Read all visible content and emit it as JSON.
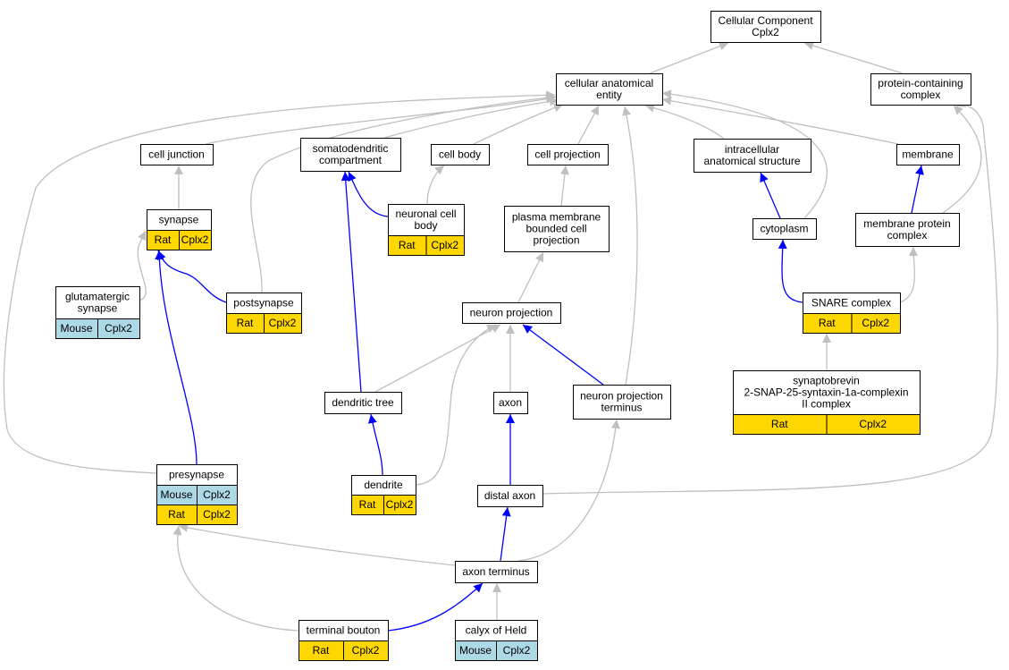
{
  "nodes": {
    "root": {
      "lines": [
        "Cellular Component",
        "Cplx2"
      ]
    },
    "cae": {
      "lines": [
        "cellular anatomical",
        "entity"
      ]
    },
    "pcc": {
      "lines": [
        "protein-containing",
        "complex"
      ]
    },
    "cj": {
      "lines": [
        "cell junction"
      ]
    },
    "sdc": {
      "lines": [
        "somatodendritic",
        "compartment"
      ]
    },
    "cb": {
      "lines": [
        "cell body"
      ]
    },
    "cp": {
      "lines": [
        "cell projection"
      ]
    },
    "ias": {
      "lines": [
        "intracellular",
        "anatomical structure"
      ]
    },
    "mem": {
      "lines": [
        "membrane"
      ]
    },
    "syn": {
      "lines": [
        "synapse"
      ],
      "rows": [
        [
          "Rat",
          "Cplx2"
        ]
      ]
    },
    "ncb": {
      "lines": [
        "neuronal cell",
        "body"
      ],
      "rows": [
        [
          "Rat",
          "Cplx2"
        ]
      ]
    },
    "pmbcp": {
      "lines": [
        "plasma membrane",
        "bounded cell",
        "projection"
      ]
    },
    "cyto": {
      "lines": [
        "cytoplasm"
      ]
    },
    "mpc": {
      "lines": [
        "membrane protein",
        "complex"
      ]
    },
    "glu": {
      "lines": [
        "glutamatergic",
        "synapse"
      ],
      "rows": [
        [
          "Mouse",
          "Cplx2"
        ]
      ]
    },
    "post": {
      "lines": [
        "postsynapse"
      ],
      "rows": [
        [
          "Rat",
          "Cplx2"
        ]
      ]
    },
    "np": {
      "lines": [
        "neuron projection"
      ]
    },
    "snare": {
      "lines": [
        "SNARE complex"
      ],
      "rows": [
        [
          "Rat",
          "Cplx2"
        ]
      ]
    },
    "dt": {
      "lines": [
        "dendritic tree"
      ]
    },
    "axon": {
      "lines": [
        "axon"
      ]
    },
    "npt": {
      "lines": [
        "neuron projection",
        "terminus"
      ]
    },
    "sb": {
      "lines": [
        "synaptobrevin",
        "2-SNAP-25-syntaxin-1a-complexin",
        "II complex"
      ],
      "rows": [
        [
          "Rat",
          "Cplx2"
        ]
      ]
    },
    "pre": {
      "lines": [
        "presynapse"
      ],
      "rows": [
        [
          "Mouse",
          "Cplx2"
        ],
        [
          "Rat",
          "Cplx2"
        ]
      ]
    },
    "den": {
      "lines": [
        "dendrite"
      ],
      "rows": [
        [
          "Rat",
          "Cplx2"
        ]
      ]
    },
    "da": {
      "lines": [
        "distal axon"
      ]
    },
    "at": {
      "lines": [
        "axon terminus"
      ]
    },
    "tb": {
      "lines": [
        "terminal bouton"
      ],
      "rows": [
        [
          "Rat",
          "Cplx2"
        ]
      ]
    },
    "coh": {
      "lines": [
        "calyx of Held"
      ],
      "rows": [
        [
          "Mouse",
          "Cplx2"
        ]
      ]
    }
  },
  "edges": [
    {
      "from": "cae",
      "to": "root",
      "kind": "is_a"
    },
    {
      "from": "pcc",
      "to": "root",
      "kind": "is_a"
    },
    {
      "from": "cj",
      "to": "cae",
      "kind": "is_a"
    },
    {
      "from": "sdc",
      "to": "cae",
      "kind": "is_a"
    },
    {
      "from": "cb",
      "to": "cae",
      "kind": "is_a"
    },
    {
      "from": "cp",
      "to": "cae",
      "kind": "is_a"
    },
    {
      "from": "ias",
      "to": "cae",
      "kind": "is_a"
    },
    {
      "from": "mem",
      "to": "cae",
      "kind": "is_a"
    },
    {
      "from": "syn",
      "to": "cj",
      "kind": "is_a"
    },
    {
      "from": "ncb",
      "to": "sdc",
      "kind": "part_of"
    },
    {
      "from": "ncb",
      "to": "cb",
      "kind": "is_a"
    },
    {
      "from": "pmbcp",
      "to": "cp",
      "kind": "is_a"
    },
    {
      "from": "cyto",
      "to": "ias",
      "kind": "part_of"
    },
    {
      "from": "cyto",
      "to": "cae",
      "kind": "is_a"
    },
    {
      "from": "mpc",
      "to": "mem",
      "kind": "part_of"
    },
    {
      "from": "mpc",
      "to": "pcc",
      "kind": "is_a"
    },
    {
      "from": "glu",
      "to": "syn",
      "kind": "is_a"
    },
    {
      "from": "post",
      "to": "syn",
      "kind": "part_of"
    },
    {
      "from": "post",
      "to": "cae",
      "kind": "is_a"
    },
    {
      "from": "np",
      "to": "pmbcp",
      "kind": "is_a"
    },
    {
      "from": "snare",
      "to": "cyto",
      "kind": "part_of"
    },
    {
      "from": "snare",
      "to": "mpc",
      "kind": "is_a"
    },
    {
      "from": "dt",
      "to": "sdc",
      "kind": "part_of"
    },
    {
      "from": "dt",
      "to": "np",
      "kind": "is_a"
    },
    {
      "from": "axon",
      "to": "np",
      "kind": "is_a"
    },
    {
      "from": "npt",
      "to": "np",
      "kind": "part_of"
    },
    {
      "from": "npt",
      "to": "cae",
      "kind": "is_a"
    },
    {
      "from": "sb",
      "to": "snare",
      "kind": "is_a"
    },
    {
      "from": "pre",
      "to": "syn",
      "kind": "part_of"
    },
    {
      "from": "pre",
      "to": "cae",
      "kind": "is_a"
    },
    {
      "from": "den",
      "to": "dt",
      "kind": "part_of"
    },
    {
      "from": "den",
      "to": "np",
      "kind": "is_a"
    },
    {
      "from": "da",
      "to": "axon",
      "kind": "part_of"
    },
    {
      "from": "da",
      "to": "pcc",
      "kind": "is_a"
    },
    {
      "from": "at",
      "to": "da",
      "kind": "part_of"
    },
    {
      "from": "at",
      "to": "npt",
      "kind": "is_a"
    },
    {
      "from": "at",
      "to": "pre",
      "kind": "is_a"
    },
    {
      "from": "tb",
      "to": "at",
      "kind": "part_of"
    },
    {
      "from": "tb",
      "to": "pre",
      "kind": "is_a"
    },
    {
      "from": "coh",
      "to": "at",
      "kind": "is_a"
    }
  ],
  "colors": {
    "is_a": "#bfbfbf",
    "part_of": "#0000ff",
    "Rat": "#ffd700",
    "Mouse": "#add8e6",
    "Cplx2": "#ffd700",
    "Cplx2_mouse": "#add8e6"
  }
}
